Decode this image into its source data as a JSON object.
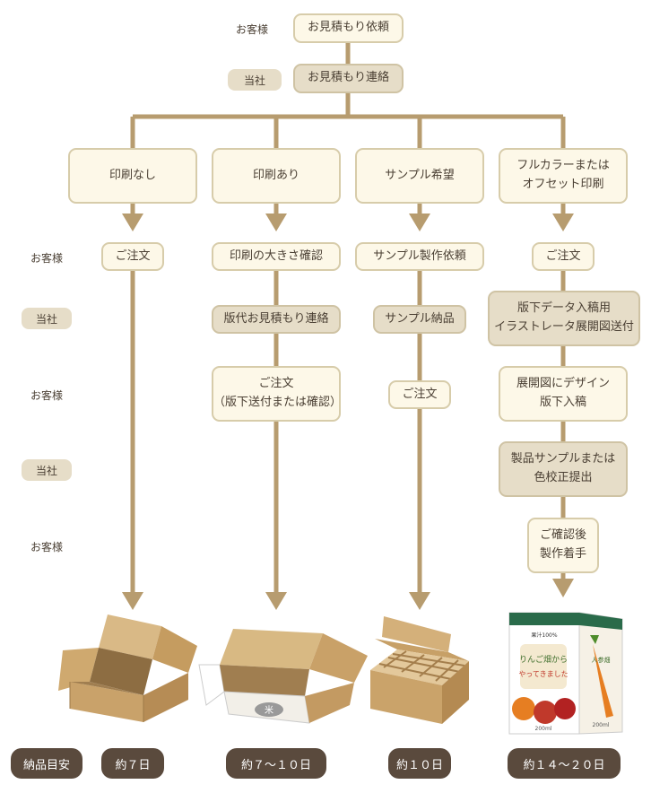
{
  "colors": {
    "line": "#b79c6f",
    "customer_fill": "#fdf8e8",
    "company_fill": "#e6ddc8",
    "dark_pill": "#5a4a3d",
    "cardboard": "#c8a46e"
  },
  "top": {
    "role1": "お客様",
    "step1": "お見積もり依頼",
    "role2": "当社",
    "step2": "お見積もり連絡"
  },
  "side_labels": [
    "お客様",
    "当社",
    "お客様",
    "当社",
    "お客様"
  ],
  "columns": [
    {
      "header": "印刷なし",
      "steps": [
        "ご注文"
      ],
      "days": "約７日",
      "product_icon": "plain-cardboard-box-image"
    },
    {
      "header": "印刷あり",
      "steps": [
        "印刷の大きさ確認",
        "版代お見積もり連絡",
        "ご注文\n（版下送付または確認）"
      ],
      "days": "約７～１０日",
      "product_icon": "printed-box-image"
    },
    {
      "header": "サンプル希望",
      "steps": [
        "サンプル製作依頼",
        "サンプル納品",
        "ご注文"
      ],
      "days": "約１０日",
      "product_icon": "partitioned-box-image"
    },
    {
      "header": "フルカラーまたは\nオフセット印刷",
      "steps": [
        "ご注文",
        "版下データ入稿用\nイラストレータ展開図送付",
        "展開図にデザイン\n版下入稿",
        "製品サンプルまたは\n色校正提出",
        "ご確認後\n製作着手"
      ],
      "days": "約１４～２０日",
      "product_icon": "full-color-juice-box-image"
    }
  ],
  "bottom_label": "納品目安",
  "product_text": {
    "headline": "りんご畑からやってきました",
    "volume": "200ml"
  }
}
